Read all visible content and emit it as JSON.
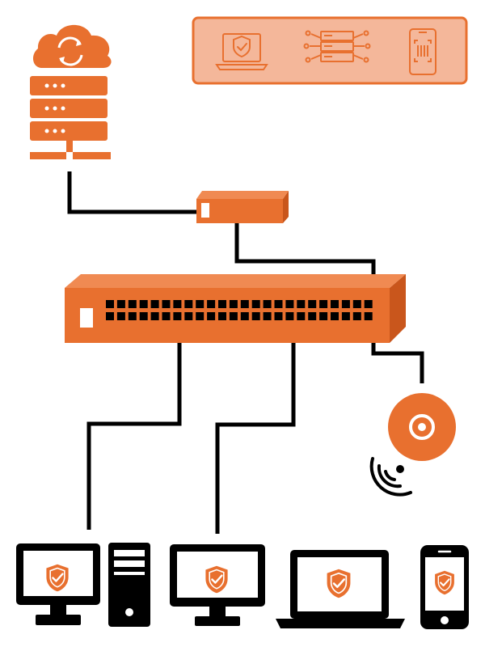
{
  "colors": {
    "accent": "#E8702F",
    "accent_dark": "#C9561C",
    "accent_light": "#F08A52",
    "legend_fill": "#F4B79A",
    "ink": "#000000",
    "white": "#FFFFFF"
  },
  "nodes": [
    {
      "id": "cloud-server",
      "icon": "cloud-server-icon"
    },
    {
      "id": "router",
      "icon": "router-icon"
    },
    {
      "id": "network-switch",
      "icon": "network-switch-icon",
      "ports_per_row": 24,
      "rows": 2
    },
    {
      "id": "wireless-access-point",
      "icon": "wireless-access-point-icon"
    },
    {
      "id": "desktop-tower",
      "icon": "desktop-computer-icon",
      "badge": "shield-check-icon"
    },
    {
      "id": "monitor",
      "icon": "monitor-icon",
      "badge": "shield-check-icon"
    },
    {
      "id": "laptop",
      "icon": "laptop-icon",
      "badge": "shield-check-icon"
    },
    {
      "id": "smartphone",
      "icon": "smartphone-icon",
      "badge": "shield-check-icon"
    }
  ],
  "legend": {
    "items": [
      {
        "icon": "secure-laptop-icon"
      },
      {
        "icon": "server-network-icon"
      },
      {
        "icon": "mobile-scan-icon"
      }
    ]
  }
}
